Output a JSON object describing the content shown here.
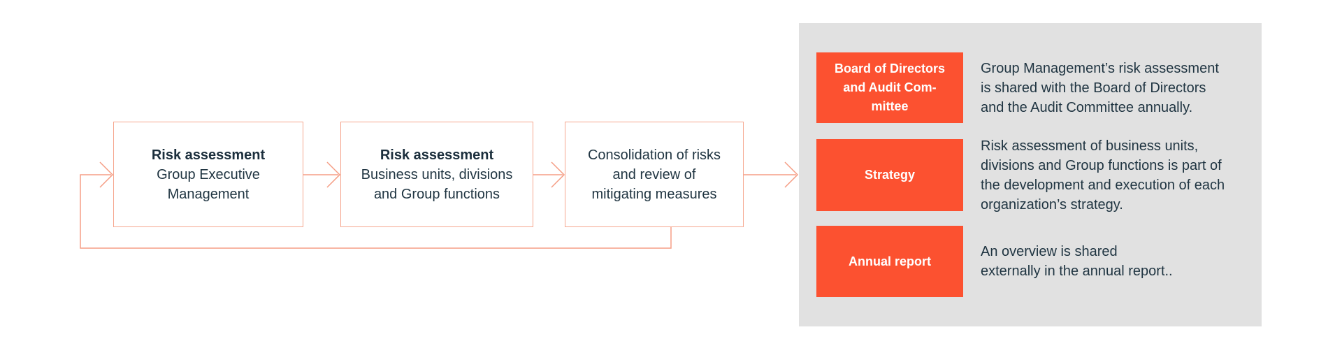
{
  "flow": {
    "boxes": [
      {
        "title": "Risk assessment",
        "lines": [
          "Group Executive",
          "Management"
        ]
      },
      {
        "title": "Risk assessment",
        "lines": [
          "Business units, divisions",
          "and Group functions"
        ]
      },
      {
        "lines": [
          "Consolidation of risks",
          "and review of",
          "mitigating measures"
        ]
      }
    ]
  },
  "panel": {
    "items": [
      {
        "label_lines": [
          "Board of Directors",
          "and Audit Com-",
          "mittee"
        ],
        "desc_lines": [
          "Group Management’s risk assessment",
          "is shared with the Board of Directors",
          "and the Audit Committee annually."
        ]
      },
      {
        "label_lines": [
          "Strategy"
        ],
        "desc_lines": [
          "Risk assessment of business units,",
          "divisions and Group functions is part of",
          "the development and execution of each",
          "organization’s strategy."
        ]
      },
      {
        "label_lines": [
          "Annual report"
        ],
        "desc_lines": [
          "An overview is shared",
          "externally in the annual report.."
        ]
      }
    ]
  },
  "colors": {
    "accent_orange": "#FC5130",
    "line_salmon": "#F5A189",
    "panel_gray": "#E1E1E1",
    "text_dark": "#1F3441"
  }
}
